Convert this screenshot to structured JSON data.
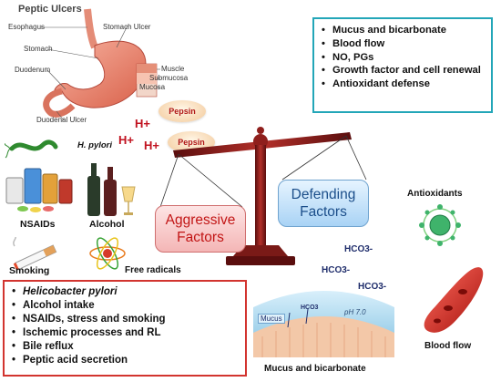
{
  "stomach": {
    "title": "Peptic Ulcers",
    "labels": {
      "esophagus": "Esophagus",
      "stomach_ulcer": "Stomach Ulcer",
      "stomach": "Stomach",
      "duodenum": "Duodenum",
      "muscle": "Muscle",
      "submucosa": "Submucosa",
      "mucosa": "Mucosa",
      "duodenal_ulcer": "Duodenal Ulcer"
    }
  },
  "acid": {
    "pepsin_1": "Pepsin",
    "pepsin_2": "Pepsin",
    "h_plus": "H+"
  },
  "aggressors": {
    "h_pylori": "H. pylori",
    "nsaids": "NSAIDs",
    "alcohol": "Alcohol",
    "smoking": "Smoking",
    "free_radicals": "Free radicals"
  },
  "balance": {
    "aggressive_line1": "Aggressive",
    "aggressive_line2": "Factors",
    "defending_line1": "Defending",
    "defending_line2": "Factors"
  },
  "defending_list": [
    "Mucus and bicarbonate",
    "Blood flow",
    "NO, PGs",
    "Growth factor and cell renewal",
    "Antioxidant defense"
  ],
  "aggressive_list": [
    "Helicobacter pylori",
    "Alcohol intake",
    "NSAIDs, stress and smoking",
    "Ischemic processes and RL",
    "Bile reflux",
    "Peptic acid secretion"
  ],
  "defense_images": {
    "antioxidants": "Antioxidants",
    "hco3": "HCO3-",
    "mucus_label": "Mucus",
    "hco3_inner": "HCO3",
    "ph": "pH 7.0",
    "mucus_caption": "Mucus and bicarbonate",
    "blood_flow": "Blood flow"
  },
  "colors": {
    "aggressive_border": "#d2342f",
    "defending_border": "#23a6b8",
    "aggressive_text": "#c21515",
    "defending_text": "#1b4e8a",
    "acid": "#c1121f"
  }
}
